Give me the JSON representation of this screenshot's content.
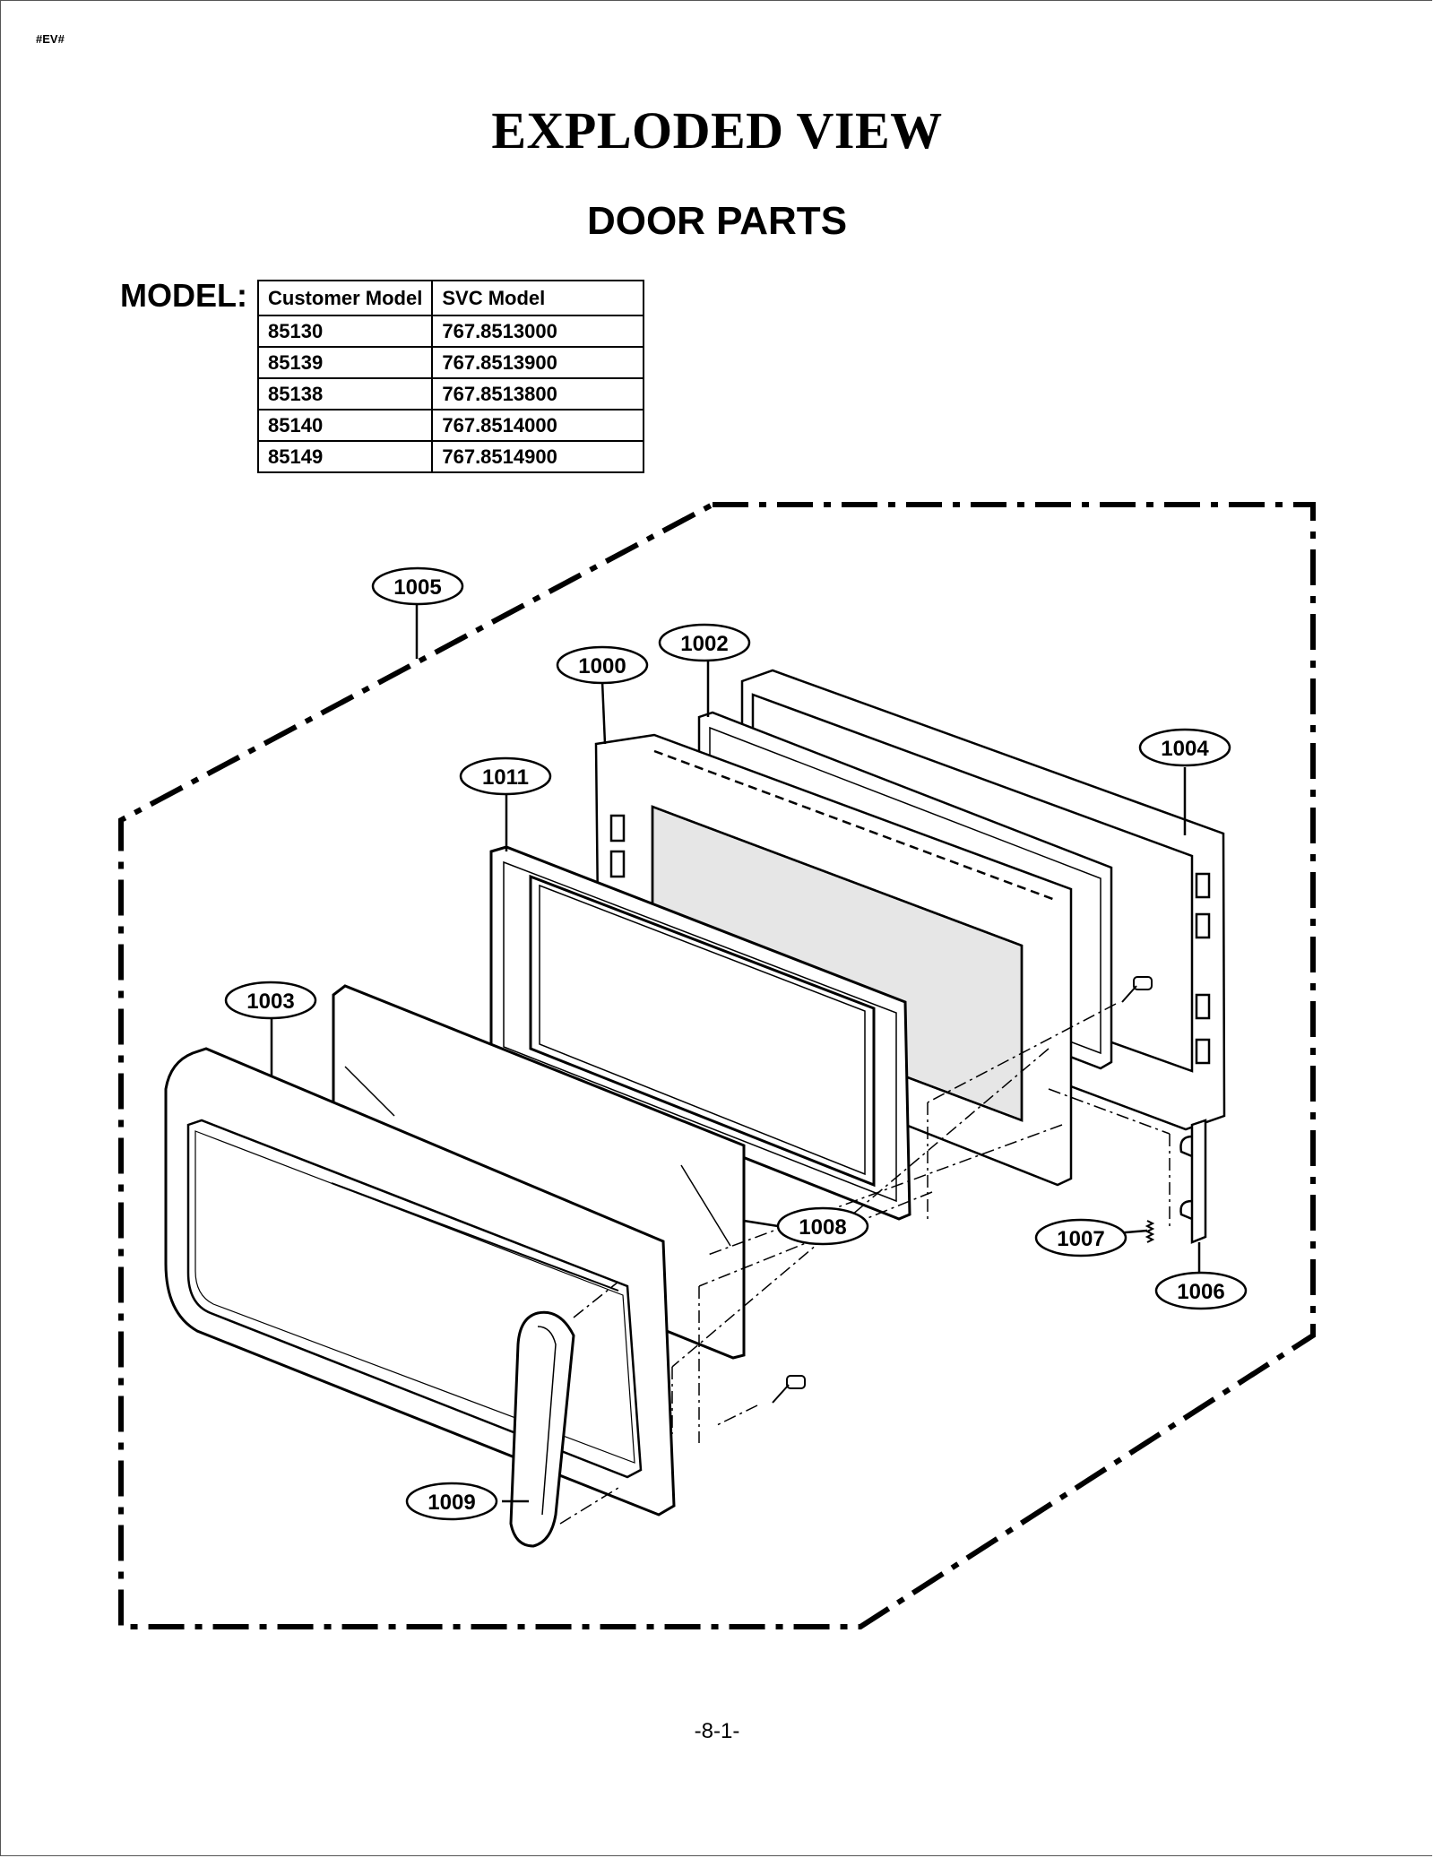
{
  "header": {
    "tag": "#EV#"
  },
  "title": "EXPLODED VIEW",
  "subtitle": "DOOR PARTS",
  "model": {
    "label": "MODEL:",
    "headers": [
      "Customer Model",
      "SVC Model"
    ],
    "rows": [
      [
        "85130",
        "767.8513000"
      ],
      [
        "85139",
        "767.8513900"
      ],
      [
        "85138",
        "767.8513800"
      ],
      [
        "85140",
        "767.8514000"
      ],
      [
        "85149",
        "767.8514900"
      ]
    ]
  },
  "callouts": [
    "1005",
    "1002",
    "1000",
    "1004",
    "1011",
    "1003",
    "1008",
    "1007",
    "1006",
    "1009"
  ],
  "footer": {
    "page_number": "-8-1-"
  }
}
